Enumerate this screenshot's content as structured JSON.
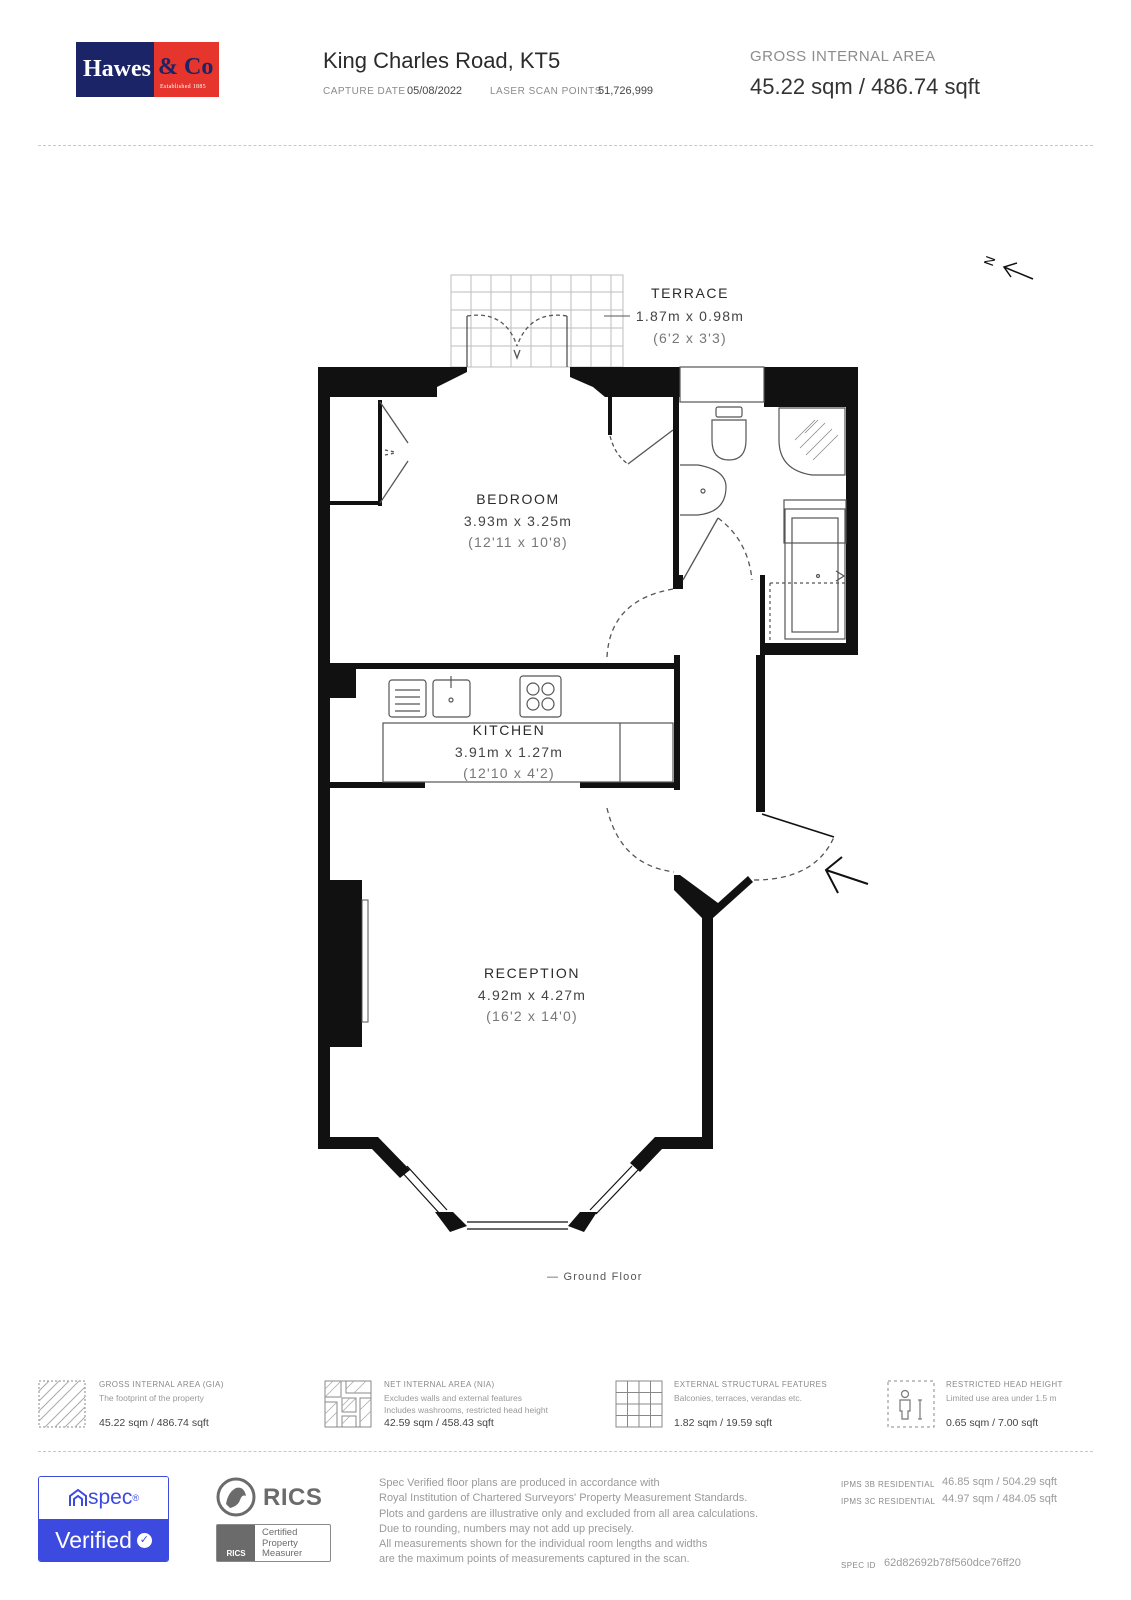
{
  "header": {
    "brand": {
      "name_left": "Hawes",
      "name_right": "& Co",
      "established": "Established 1885"
    },
    "title": "King Charles Road, KT5",
    "capture_date_label": "CAPTURE DATE",
    "capture_date": "05/08/2022",
    "laser_points_label": "LASER SCAN POINTS",
    "laser_points": "51,726,999",
    "gia_label": "GROSS INTERNAL AREA",
    "gia_value": "45.22 sqm / 486.74 sqft"
  },
  "plan": {
    "compass": "N",
    "floor_label": "— Ground Floor",
    "rooms": [
      {
        "name": "TERRACE",
        "metric": "1.87m x 0.98m",
        "imperial": "(6'2 x 3'3)"
      },
      {
        "name": "BEDROOM",
        "metric": "3.93m x 3.25m",
        "imperial": "(12'11 x 10'8)"
      },
      {
        "name": "KITCHEN",
        "metric": "3.91m x 1.27m",
        "imperial": "(12'10 x 4'2)"
      },
      {
        "name": "RECEPTION",
        "metric": "4.92m x 4.27m",
        "imperial": "(16'2 x 14'0)"
      }
    ]
  },
  "legend": [
    {
      "icon": "gia-hatch-icon",
      "title": "GROSS INTERNAL AREA (GIA)",
      "desc": [
        "The footprint of the property"
      ],
      "value": "45.22 sqm / 486.74 sqft"
    },
    {
      "icon": "nia-pattern-icon",
      "title": "NET INTERNAL AREA (NIA)",
      "desc": [
        "Excludes walls and external features",
        "Includes washrooms, restricted head height"
      ],
      "value": "42.59 sqm / 458.43 sqft"
    },
    {
      "icon": "grid-icon",
      "title": "EXTERNAL STRUCTURAL FEATURES",
      "desc": [
        "Balconies, terraces, verandas etc."
      ],
      "value": "1.82 sqm / 19.59 sqft"
    },
    {
      "icon": "person-height-icon",
      "title": "RESTRICTED HEAD HEIGHT",
      "desc": [
        "Limited use area under 1.5 m"
      ],
      "value": "0.65 sqm / 7.00 sqft"
    }
  ],
  "footer": {
    "spec_word": "spec",
    "spec_trademark": "®",
    "verified": "Verified",
    "rics_word": "RICS",
    "rics_small": "RICS",
    "rics_cert": [
      "Certified",
      "Property",
      "Measurer"
    ],
    "disclaimer": [
      "Spec Verified floor plans are produced in accordance with",
      "Royal Institution of Chartered Surveyors' Property Measurement Standards.",
      "Plots and gardens are illustrative only and excluded from all area calculations.",
      "Due to rounding, numbers may not add up precisely.",
      "All measurements shown for the individual room lengths and widths",
      "are the maximum points of measurements captured in the scan."
    ],
    "ipms": [
      {
        "label": "IPMS 3B RESIDENTIAL",
        "value": "46.85 sqm / 504.29 sqft"
      },
      {
        "label": "IPMS 3C RESIDENTIAL",
        "value": "44.97 sqm / 484.05 sqft"
      }
    ],
    "spec_id_label": "SPEC ID",
    "spec_id": "62d82692b78f560dce76ff20"
  }
}
